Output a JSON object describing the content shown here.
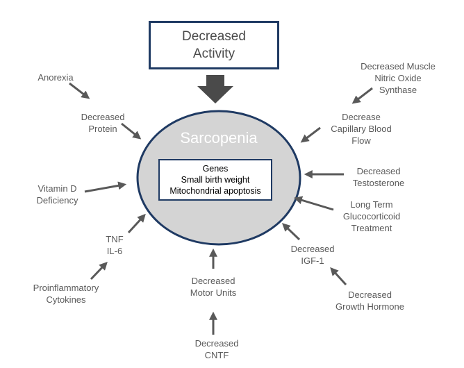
{
  "diagram": {
    "top_box": "Decreased\nActivity",
    "center": {
      "title": "Sarcopenia",
      "inner_box": "Genes\nSmall birth weight\nMitochondrial apoptosis"
    },
    "labels": {
      "anorexia": "Anorexia",
      "decreased_protein": "Decreased\nProtein",
      "vitamin_d": "Vitamin D\nDeficiency",
      "tnf_il6": "TNF\nIL-6",
      "proinflammatory": "Proinflammatory\nCytokines",
      "motor_units": "Decreased\nMotor Units",
      "cntf": "Decreased\nCNTF",
      "igf1": "Decreased\nIGF-1",
      "growth_hormone": "Decreased\nGrowth Hormone",
      "glucocorticoid": "Long Term\nGlucocorticoid\nTreatment",
      "testosterone": "Decreased\nTestosterone",
      "capillary": "Decrease\nCapillary Blood\nFlow",
      "nitric_oxide": "Decreased Muscle\nNitric Oxide\nSynthase"
    },
    "colors": {
      "border": "#1f3a63",
      "ellipse_fill": "#d4d4d4",
      "arrow": "#595959",
      "text": "#5a5a5a"
    }
  }
}
